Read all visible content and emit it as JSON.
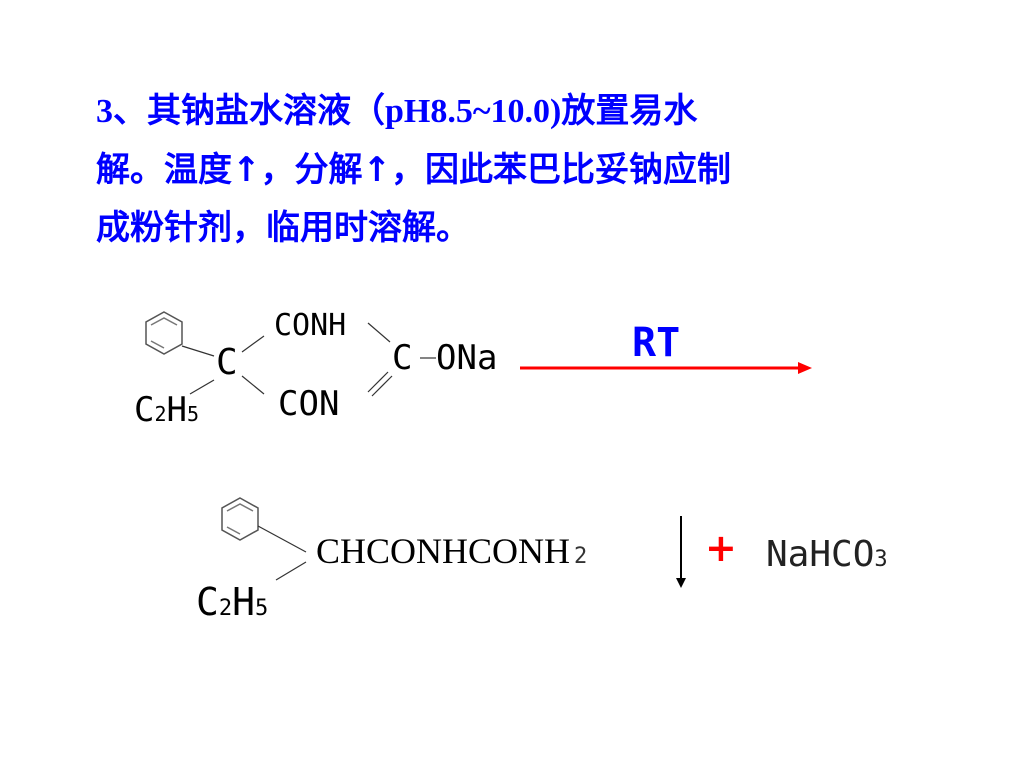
{
  "paragraph": {
    "line1_pre": "3、其钠盐水溶液（",
    "line1_ph": "pH8.5~10.0)",
    "line1_post": "放置易水",
    "line2": "解。温度↑，分解↑，因此苯巴比妥钠应制",
    "line3": "成粉针剂，临用时溶解。"
  },
  "reactant": {
    "conh": "CONH",
    "con": "CON",
    "c_center": "C",
    "c_ring": "C",
    "ona": "ONa",
    "ethyl": "C",
    "ethyl_sub1": "2",
    "ethyl_h": "H",
    "ethyl_sub2": "5"
  },
  "condition": "RT",
  "product": {
    "formula": "CHCONHCONH",
    "formula_sub": "2",
    "plus": "+",
    "byproduct": "NaHCO",
    "byproduct_sub": "3",
    "ethyl": "C",
    "ethyl_sub1": "2",
    "ethyl_h": "H",
    "ethyl_sub2": "5"
  },
  "colors": {
    "text": "#0000ff",
    "arrow": "#ff0000",
    "plus": "#ff0000",
    "chem": "#000000"
  }
}
